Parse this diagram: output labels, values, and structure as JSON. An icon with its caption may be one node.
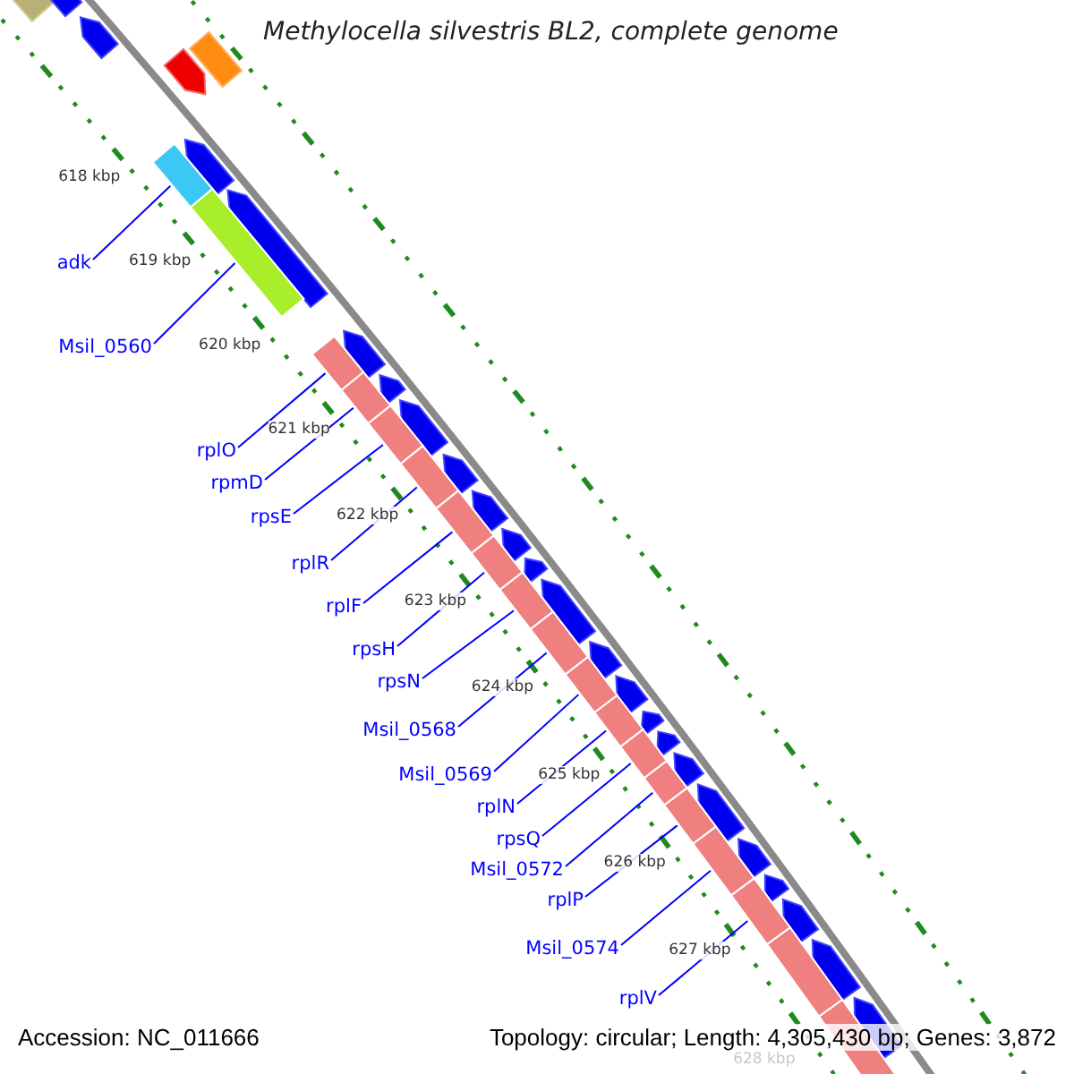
{
  "diagram": {
    "title": "Methylocella silvestris BL2, complete genome",
    "nodes": [
      {
        "text": [
          "adk"
        ]
      },
      {
        "text": [
          "Msil_0560"
        ]
      },
      {
        "text": [
          "rplO"
        ]
      },
      {
        "text": [
          "rpmD"
        ]
      },
      {
        "text": [
          "rpsE"
        ]
      },
      {
        "text": [
          "rplR"
        ]
      },
      {
        "text": [
          "rplF"
        ]
      },
      {
        "text": [
          "rpsH"
        ]
      },
      {
        "text": [
          "rpsN"
        ]
      },
      {
        "text": [
          "Msil_0568"
        ]
      },
      {
        "text": [
          "Msil_0569"
        ]
      },
      {
        "text": [
          "rplN"
        ]
      },
      {
        "text": [
          "rpsQ"
        ]
      },
      {
        "text": [
          "Msil_0572"
        ]
      },
      {
        "text": [
          "rplP"
        ]
      },
      {
        "text": [
          "Msil_0574"
        ]
      },
      {
        "text": [
          "rplV"
        ]
      },
      {
        "text": [],
        "shape": "bar"
      },
      {
        "text": [],
        "shape": "bar"
      },
      {
        "text": [],
        "shape": "bar"
      },
      {
        "text": [],
        "shape": "bar"
      },
      {
        "text": [],
        "shape": "bar"
      },
      {
        "text": [],
        "shape": "bar"
      },
      {
        "text": [],
        "shape": "bar"
      },
      {
        "text": [],
        "shape": "bar"
      },
      {
        "text": [],
        "shape": "bar"
      },
      {
        "text": [],
        "shape": "bar"
      },
      {
        "text": [],
        "shape": "bar"
      },
      {
        "text": [],
        "shape": "bar"
      },
      {
        "text": [],
        "shape": "bar"
      },
      {
        "text": [],
        "shape": "bar"
      },
      {
        "text": [],
        "shape": "bar"
      },
      {
        "text": [],
        "shape": "bar"
      },
      {
        "text": [],
        "shape": "bar"
      }
    ],
    "edges": [
      {
        "from": 0,
        "to": 17,
        "arrow": "none"
      },
      {
        "from": 1,
        "to": 18,
        "arrow": "none"
      },
      {
        "from": 2,
        "to": 19,
        "arrow": "none"
      },
      {
        "from": 3,
        "to": 20,
        "arrow": "none"
      },
      {
        "from": 4,
        "to": 21,
        "arrow": "none"
      },
      {
        "from": 5,
        "to": 22,
        "arrow": "none"
      },
      {
        "from": 6,
        "to": 23,
        "arrow": "none"
      },
      {
        "from": 7,
        "to": 24,
        "arrow": "none"
      },
      {
        "from": 8,
        "to": 25,
        "arrow": "none"
      },
      {
        "from": 9,
        "to": 26,
        "arrow": "none"
      },
      {
        "from": 10,
        "to": 27,
        "arrow": "none"
      },
      {
        "from": 11,
        "to": 28,
        "arrow": "none"
      },
      {
        "from": 12,
        "to": 29,
        "arrow": "none"
      },
      {
        "from": 13,
        "to": 30,
        "arrow": "none"
      },
      {
        "from": 14,
        "to": 31,
        "arrow": "none"
      },
      {
        "from": 15,
        "to": 32,
        "arrow": "none"
      },
      {
        "from": 16,
        "to": 33,
        "arrow": "none"
      }
    ],
    "labels": [
      "618 kbp",
      "619 kbp",
      "620 kbp",
      "621 kbp",
      "622 kbp",
      "623 kbp",
      "624 kbp",
      "625 kbp",
      "626 kbp",
      "627 kbp",
      "628 kbp",
      "Accession: NC_011666",
      "Topology: circular; Length: 4,305,430 bp; Genes: 3,872"
    ]
  }
}
